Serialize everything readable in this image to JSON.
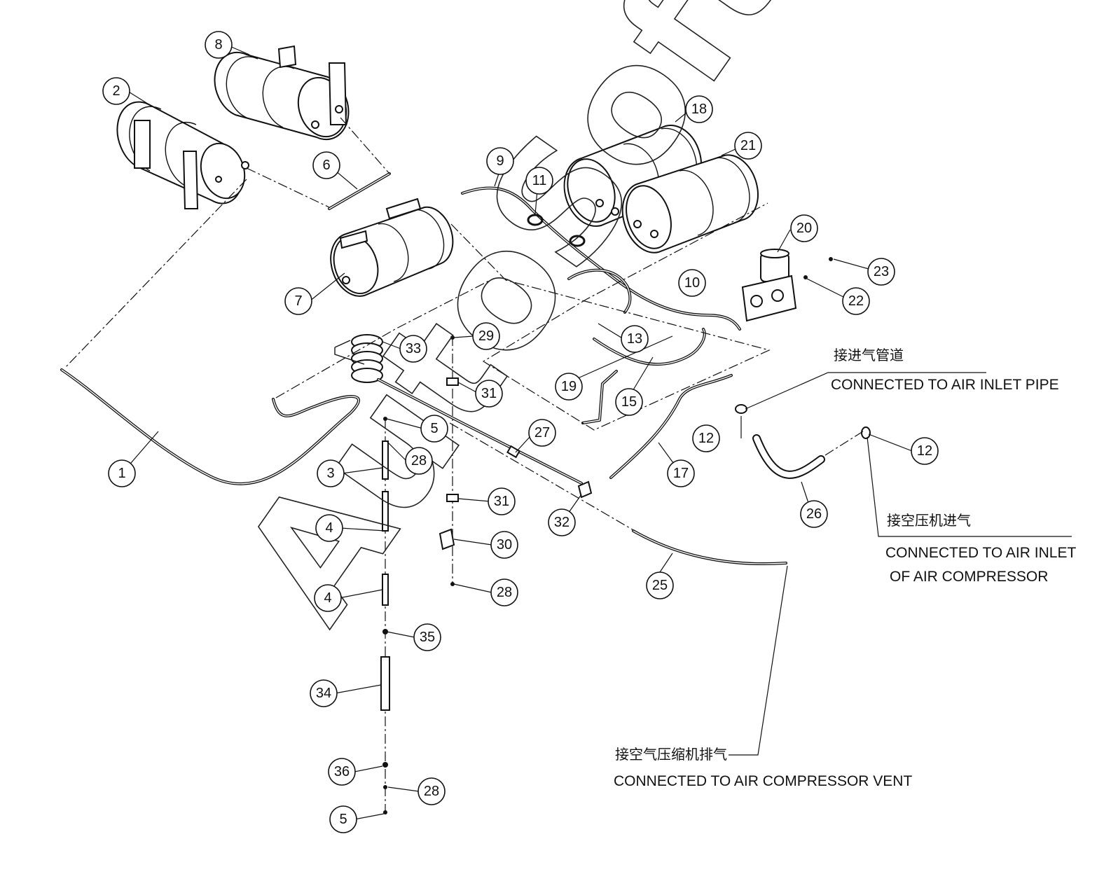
{
  "watermark": "AutoSoft",
  "callouts": [
    {
      "id": "c1",
      "label": "1"
    },
    {
      "id": "c2",
      "label": "2"
    },
    {
      "id": "c3",
      "label": "3"
    },
    {
      "id": "c4a",
      "label": "4"
    },
    {
      "id": "c4b",
      "label": "4"
    },
    {
      "id": "c5a",
      "label": "5"
    },
    {
      "id": "c5b",
      "label": "5"
    },
    {
      "id": "c6",
      "label": "6"
    },
    {
      "id": "c7",
      "label": "7"
    },
    {
      "id": "c8",
      "label": "8"
    },
    {
      "id": "c9",
      "label": "9"
    },
    {
      "id": "c10",
      "label": "10"
    },
    {
      "id": "c11",
      "label": "11"
    },
    {
      "id": "c12a",
      "label": "12"
    },
    {
      "id": "c12b",
      "label": "12"
    },
    {
      "id": "c13",
      "label": "13"
    },
    {
      "id": "c15",
      "label": "15"
    },
    {
      "id": "c17",
      "label": "17"
    },
    {
      "id": "c18",
      "label": "18"
    },
    {
      "id": "c19",
      "label": "19"
    },
    {
      "id": "c20",
      "label": "20"
    },
    {
      "id": "c21",
      "label": "21"
    },
    {
      "id": "c22",
      "label": "22"
    },
    {
      "id": "c23",
      "label": "23"
    },
    {
      "id": "c25",
      "label": "25"
    },
    {
      "id": "c26",
      "label": "26"
    },
    {
      "id": "c27",
      "label": "27"
    },
    {
      "id": "c28a",
      "label": "28"
    },
    {
      "id": "c28b",
      "label": "28"
    },
    {
      "id": "c28c",
      "label": "28"
    },
    {
      "id": "c29",
      "label": "29"
    },
    {
      "id": "c30",
      "label": "30"
    },
    {
      "id": "c31a",
      "label": "31"
    },
    {
      "id": "c31b",
      "label": "31"
    },
    {
      "id": "c32",
      "label": "32"
    },
    {
      "id": "c33",
      "label": "33"
    },
    {
      "id": "c34",
      "label": "34"
    },
    {
      "id": "c35",
      "label": "35"
    },
    {
      "id": "c36",
      "label": "36"
    }
  ],
  "notes": {
    "air_inlet_pipe_cn": "接进气管道",
    "air_inlet_pipe_en": "CONNECTED TO AIR INLET PIPE",
    "compressor_inlet_cn": "接空压机进气",
    "compressor_inlet_en_line1": "CONNECTED TO AIR INLET",
    "compressor_inlet_en_line2": "OF AIR COMPRESSOR",
    "compressor_vent_cn": "接空气压缩机排气",
    "compressor_vent_en": "CONNECTED TO AIR COMPRESSOR VENT"
  }
}
